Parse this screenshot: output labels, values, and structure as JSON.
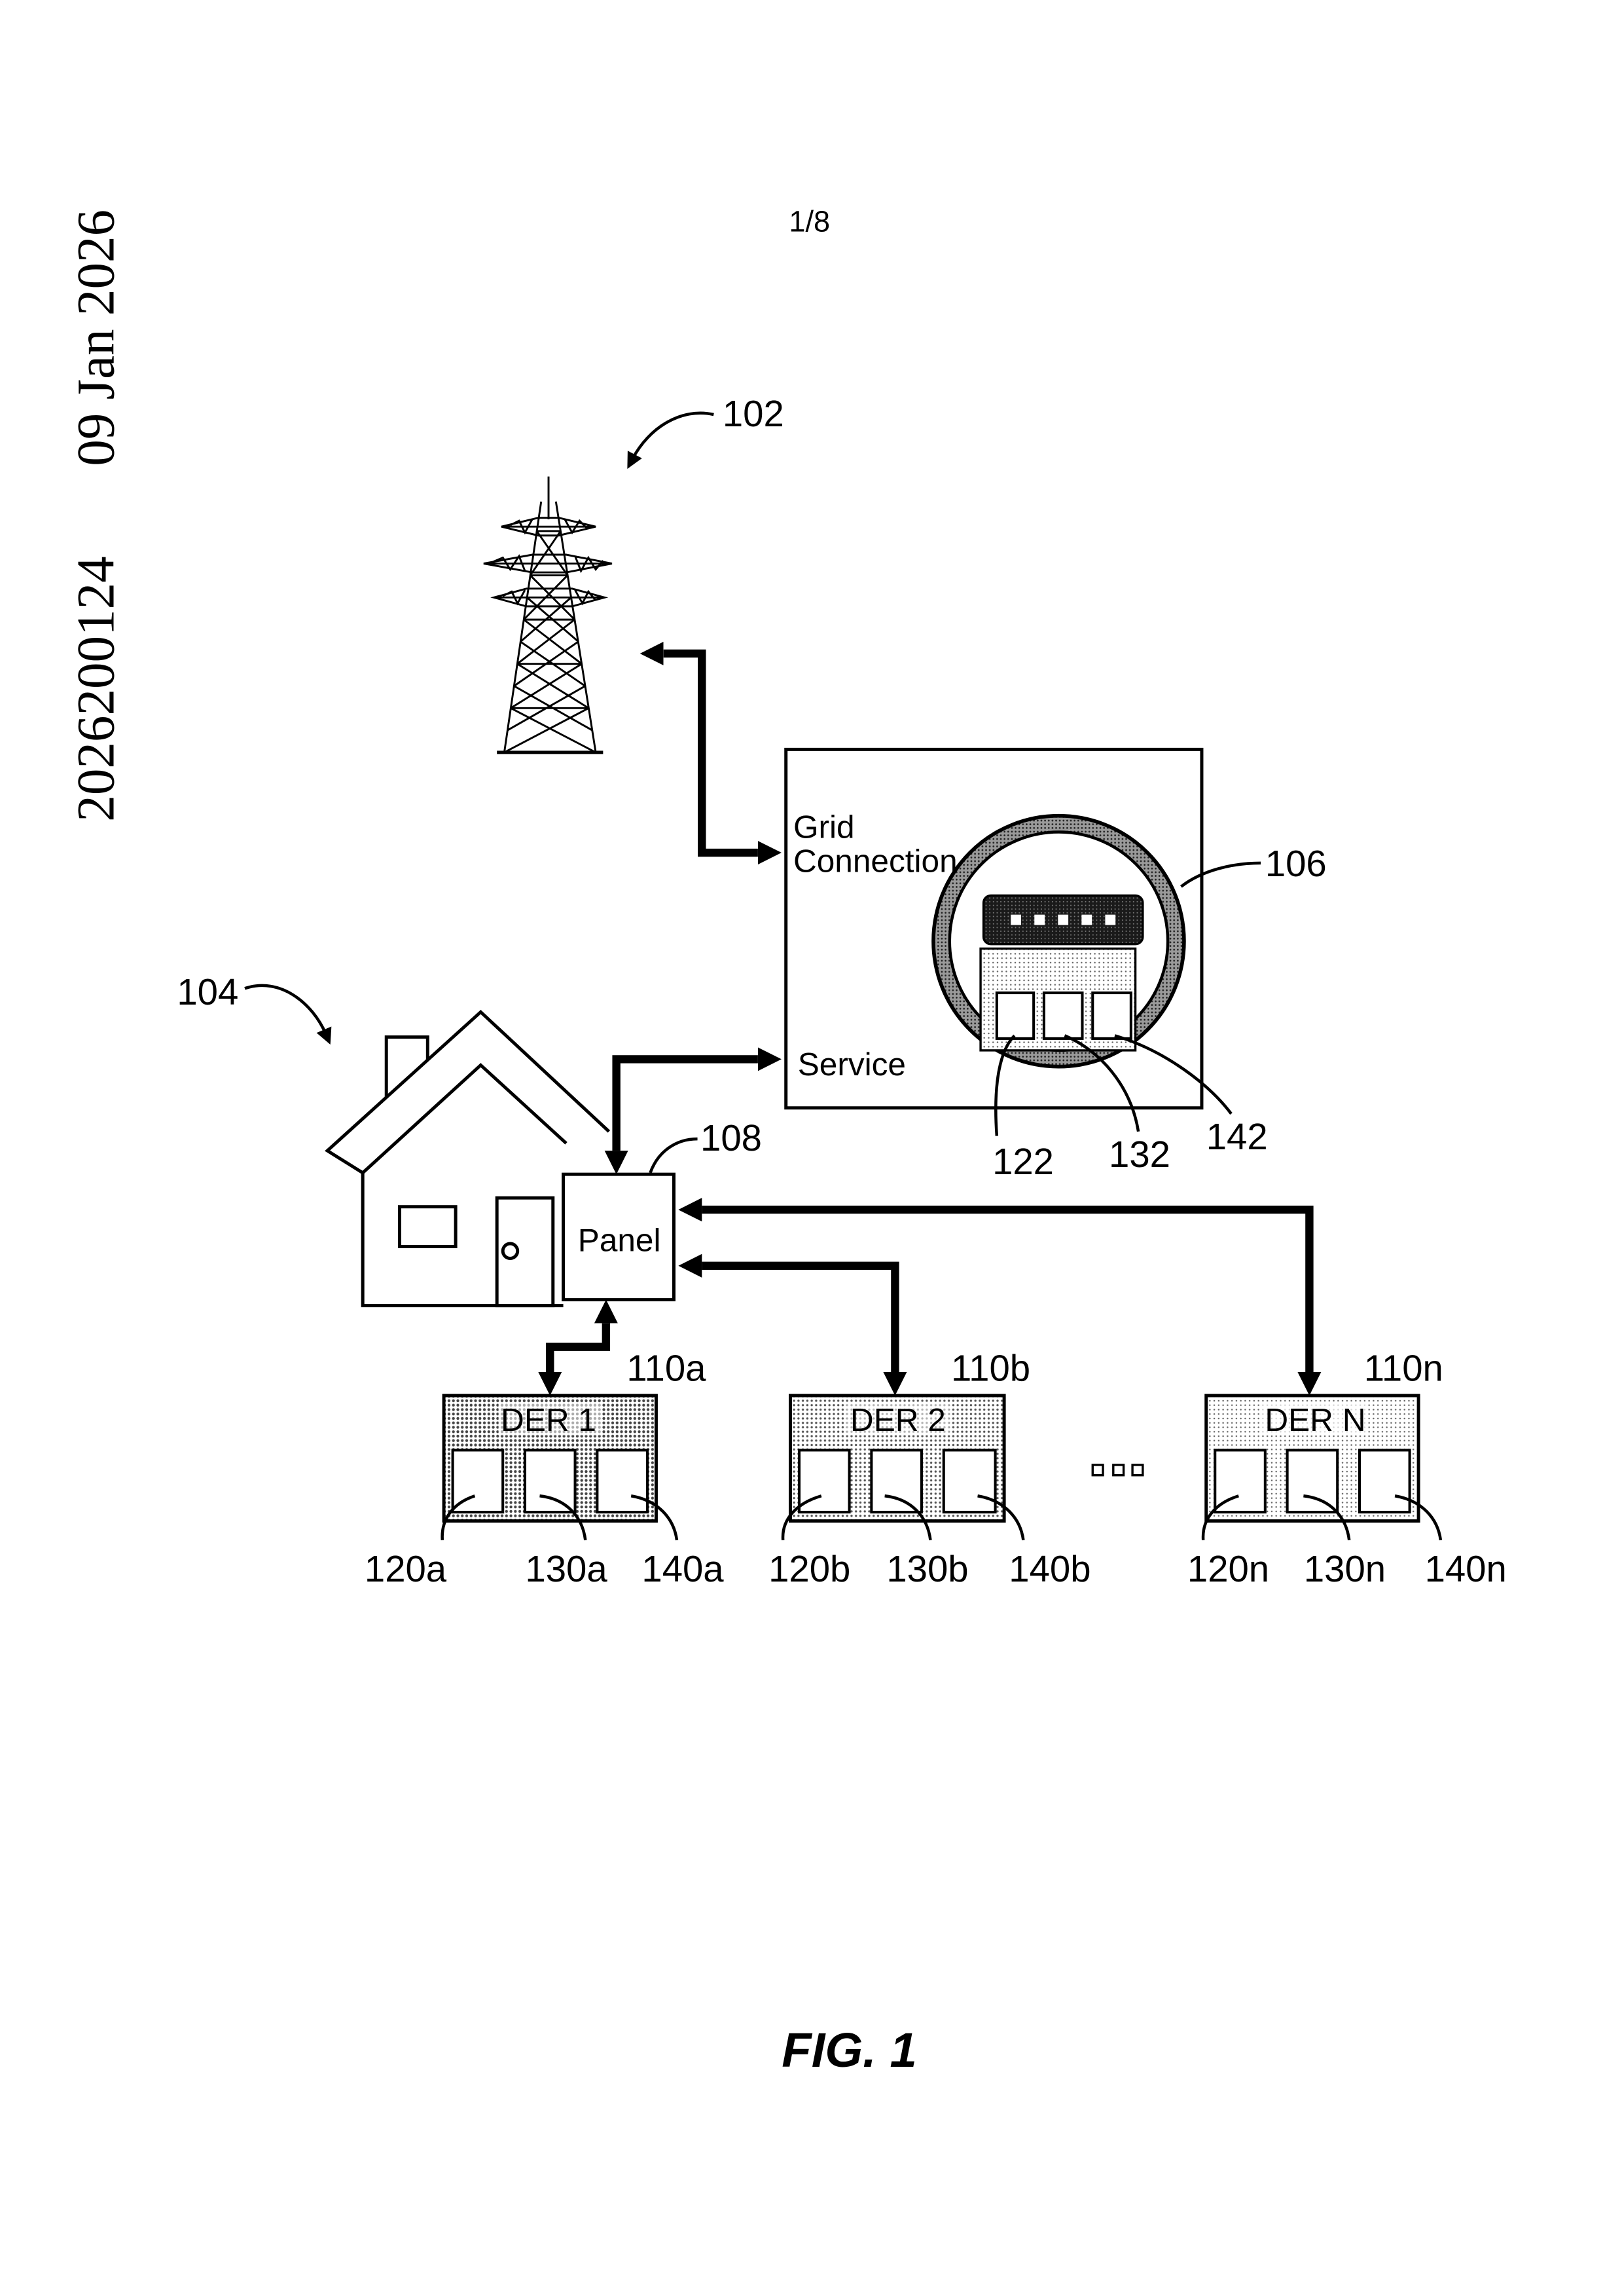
{
  "header": {
    "application_number": "2026200124",
    "filing_date": "09 Jan 2026",
    "sheet": "1/8"
  },
  "grid": {
    "ref": "102"
  },
  "home": {
    "ref": "104"
  },
  "meter": {
    "ref": "106",
    "grid_connection": [
      "Grid",
      "Connection"
    ],
    "service": "Service",
    "component_refs": [
      "122",
      "132",
      "142"
    ]
  },
  "panel": {
    "ref": "108",
    "label": "Panel"
  },
  "ders": [
    {
      "ref": "110a",
      "label": "DER 1",
      "component_refs": [
        "120a",
        "130a",
        "140a"
      ]
    },
    {
      "ref": "110b",
      "label": "DER 2",
      "component_refs": [
        "120b",
        "130b",
        "140b"
      ]
    },
    {
      "ref": "110n",
      "label": "DER N",
      "component_refs": [
        "120n",
        "130n",
        "140n"
      ]
    }
  ],
  "caption": "FIG. 1",
  "colors": {
    "ink": "#000000",
    "paper": "#ffffff"
  }
}
